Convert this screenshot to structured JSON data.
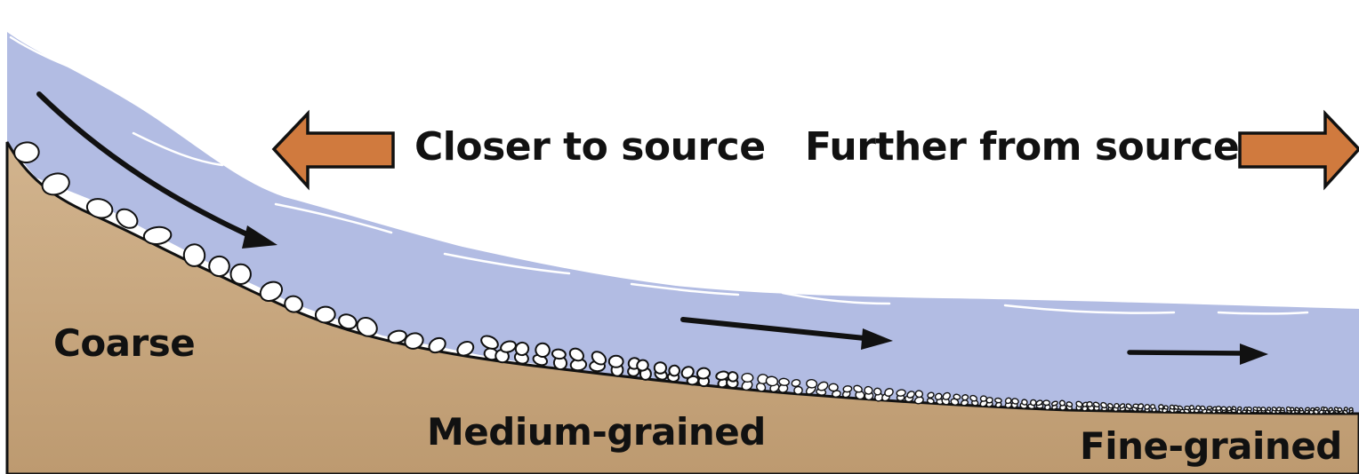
{
  "labels": {
    "closer": "Closer to source",
    "further": "Further from source",
    "coarse": "Coarse",
    "medium": "Medium-grained",
    "fine": "Fine-grained"
  },
  "colors": {
    "water": "#b2bce3",
    "ground": "#c4a27a",
    "arrow": "#d07a3e",
    "outline": "#111111",
    "pebble": "#ffffff"
  },
  "icons": {
    "left_arrow": "arrow-left-icon",
    "right_arrow": "arrow-right-icon"
  }
}
